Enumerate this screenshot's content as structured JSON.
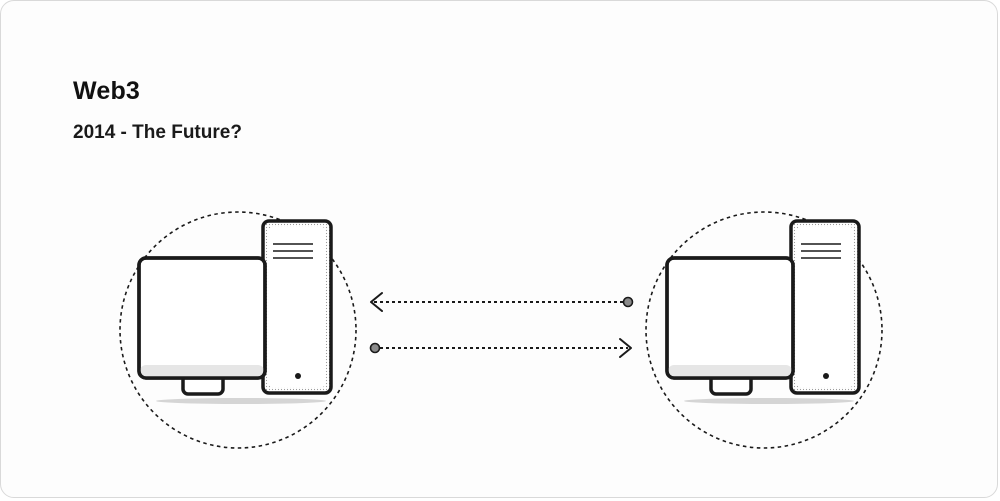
{
  "header": {
    "title": "Web3",
    "subtitle": "2014 - The Future?"
  },
  "diagram": {
    "nodes": [
      {
        "name": "computer-left",
        "icon": "desktop-computer-icon"
      },
      {
        "name": "computer-right",
        "icon": "desktop-computer-icon"
      }
    ],
    "links": [
      {
        "from": "computer-right",
        "to": "computer-left",
        "style": "dotted-arrow"
      },
      {
        "from": "computer-left",
        "to": "computer-right",
        "style": "dotted-arrow"
      }
    ],
    "colors": {
      "stroke": "#1a1a1a",
      "background": "#fdfdfd",
      "border": "#d9d9d9"
    }
  }
}
